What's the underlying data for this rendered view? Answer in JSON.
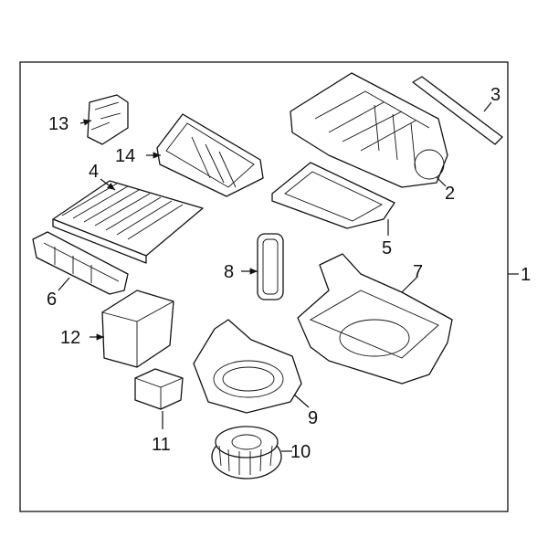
{
  "diagram": {
    "callouts": [
      {
        "id": "1",
        "label": "1"
      },
      {
        "id": "2",
        "label": "2"
      },
      {
        "id": "3",
        "label": "3"
      },
      {
        "id": "4",
        "label": "4"
      },
      {
        "id": "5",
        "label": "5"
      },
      {
        "id": "6",
        "label": "6"
      },
      {
        "id": "7",
        "label": "7"
      },
      {
        "id": "8",
        "label": "8"
      },
      {
        "id": "9",
        "label": "9"
      },
      {
        "id": "10",
        "label": "10"
      },
      {
        "id": "11",
        "label": "11"
      },
      {
        "id": "12",
        "label": "12"
      },
      {
        "id": "13",
        "label": "13"
      },
      {
        "id": "14",
        "label": "14"
      }
    ],
    "colors": {
      "line": "#111111",
      "background": "#ffffff"
    }
  }
}
